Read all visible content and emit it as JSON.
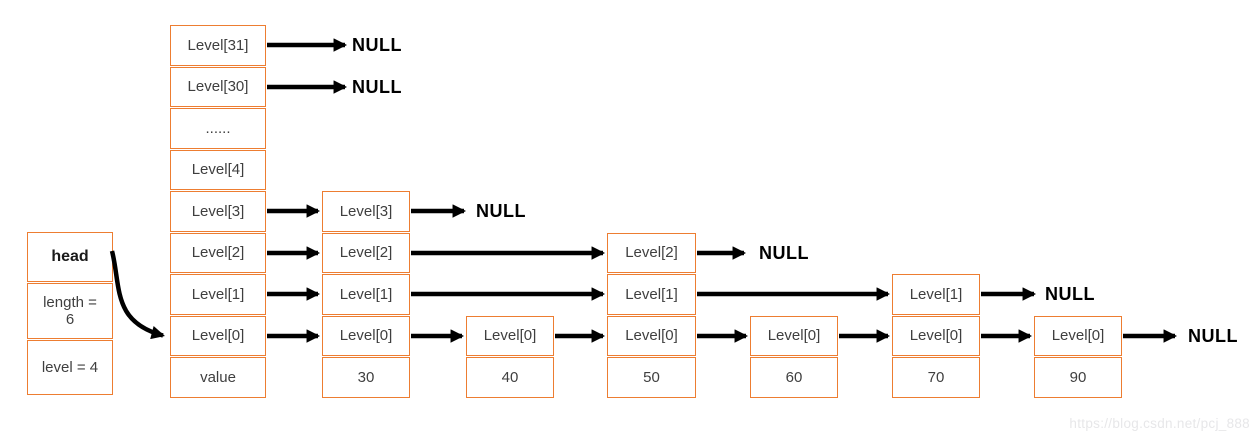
{
  "colors": {
    "box_border": "#ED7D31",
    "arrow": "#000000",
    "label_text": "#3F3F3F",
    "null_text": "#000000",
    "watermark_text": "#E7E7E9"
  },
  "head": {
    "title": "head",
    "fields": [
      "length = 6",
      "level = 4"
    ]
  },
  "head_levels": {
    "cells": [
      "Level[31]",
      "Level[30]",
      "......",
      "Level[4]",
      "Level[3]",
      "Level[2]",
      "Level[1]",
      "Level[0]",
      "value"
    ]
  },
  "nodes": [
    {
      "value": "30",
      "levels": [
        "Level[3]",
        "Level[2]",
        "Level[1]",
        "Level[0]"
      ]
    },
    {
      "value": "40",
      "levels": [
        "Level[0]"
      ]
    },
    {
      "value": "50",
      "levels": [
        "Level[2]",
        "Level[1]",
        "Level[0]"
      ]
    },
    {
      "value": "60",
      "levels": [
        "Level[0]"
      ]
    },
    {
      "value": "70",
      "levels": [
        "Level[1]",
        "Level[0]"
      ]
    },
    {
      "value": "90",
      "levels": [
        "Level[0]"
      ]
    }
  ],
  "nulls": [
    "NULL",
    "NULL",
    "NULL",
    "NULL",
    "NULL",
    "NULL"
  ],
  "watermark": "https://blog.csdn.net/pcj_888"
}
